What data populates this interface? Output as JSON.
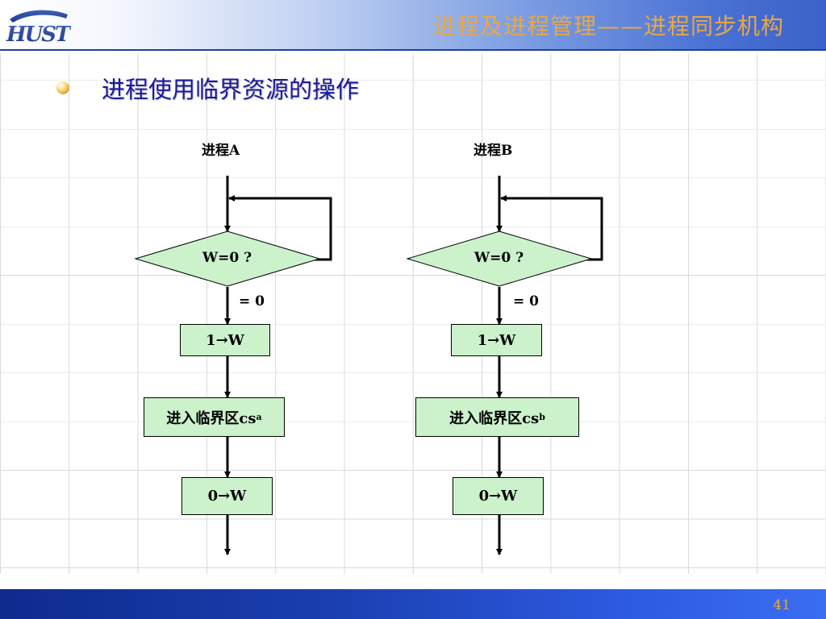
{
  "header": {
    "logo_text": "HUST",
    "slide_title": "进程及进程管理——进程同步机构"
  },
  "subtitle": "进程使用临界资源的操作",
  "process_a": {
    "title": "进程A",
    "decision": "W=0 ?",
    "branch_label": "= 0",
    "step1": "1→W",
    "step2": "进入临界区cs",
    "step2_sub": "a",
    "step3": "0→W"
  },
  "process_b": {
    "title": "进程B",
    "decision": "W=0 ?",
    "branch_label": "= 0",
    "step1": "1→W",
    "step2": "进入临界区cs",
    "step2_sub": "b",
    "step3": "0→W"
  },
  "footer": {
    "page_number": "41"
  },
  "colors": {
    "title": "#e8a848",
    "subtitle": "#1a1a9a",
    "flow_fill": "#ccf2cc",
    "footer": "#1a3fb0"
  }
}
